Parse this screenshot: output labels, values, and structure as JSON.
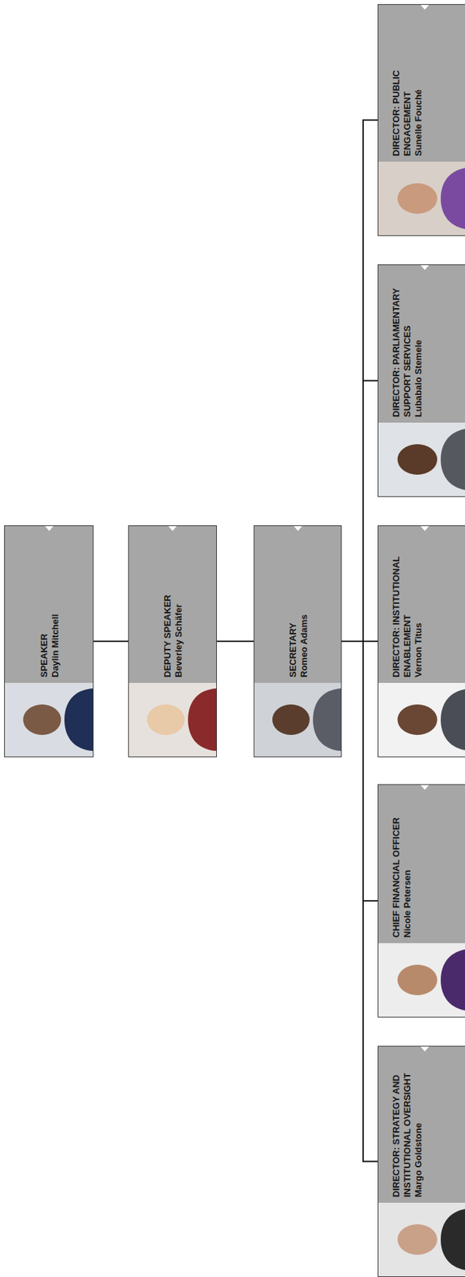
{
  "diagram": {
    "nodes": [
      {
        "text": [
          "SPEAKER",
          "Daylin Mitchell"
        ]
      },
      {
        "text": [
          "DEPUTY SPEAKER",
          "Beverley Schäfer"
        ]
      },
      {
        "text": [
          "SECRETARY",
          "Romeo Adams"
        ]
      },
      {
        "text": [
          "DIRECTOR: STRATEGY AND INSTITUTIONAL OVERSIGHT",
          "Margo Goldstone"
        ]
      },
      {
        "text": [
          "CHIEF FINANCIAL OFFICER",
          "Nicole Petersen"
        ]
      },
      {
        "text": [
          "DIRECTOR: INSTITUTIONAL ENABLEMENT",
          "Vernon Titus"
        ]
      },
      {
        "text": [
          "DIRECTOR: PARLIAMENTARY SUPPORT SERVICES",
          "Lubabalo Stemele"
        ]
      },
      {
        "text": [
          "DIRECTOR: PUBLIC ENGAGEMENT",
          "Sunelle Fouché"
        ]
      }
    ],
    "edges": [
      {
        "from": 0,
        "to": 1,
        "arrow": "none"
      },
      {
        "from": 1,
        "to": 2,
        "arrow": "none"
      },
      {
        "from": 2,
        "to": 3,
        "arrow": "none"
      },
      {
        "from": 2,
        "to": 4,
        "arrow": "none"
      },
      {
        "from": 2,
        "to": 5,
        "arrow": "none"
      },
      {
        "from": 2,
        "to": 6,
        "arrow": "none"
      },
      {
        "from": 2,
        "to": 7,
        "arrow": "none"
      }
    ]
  }
}
